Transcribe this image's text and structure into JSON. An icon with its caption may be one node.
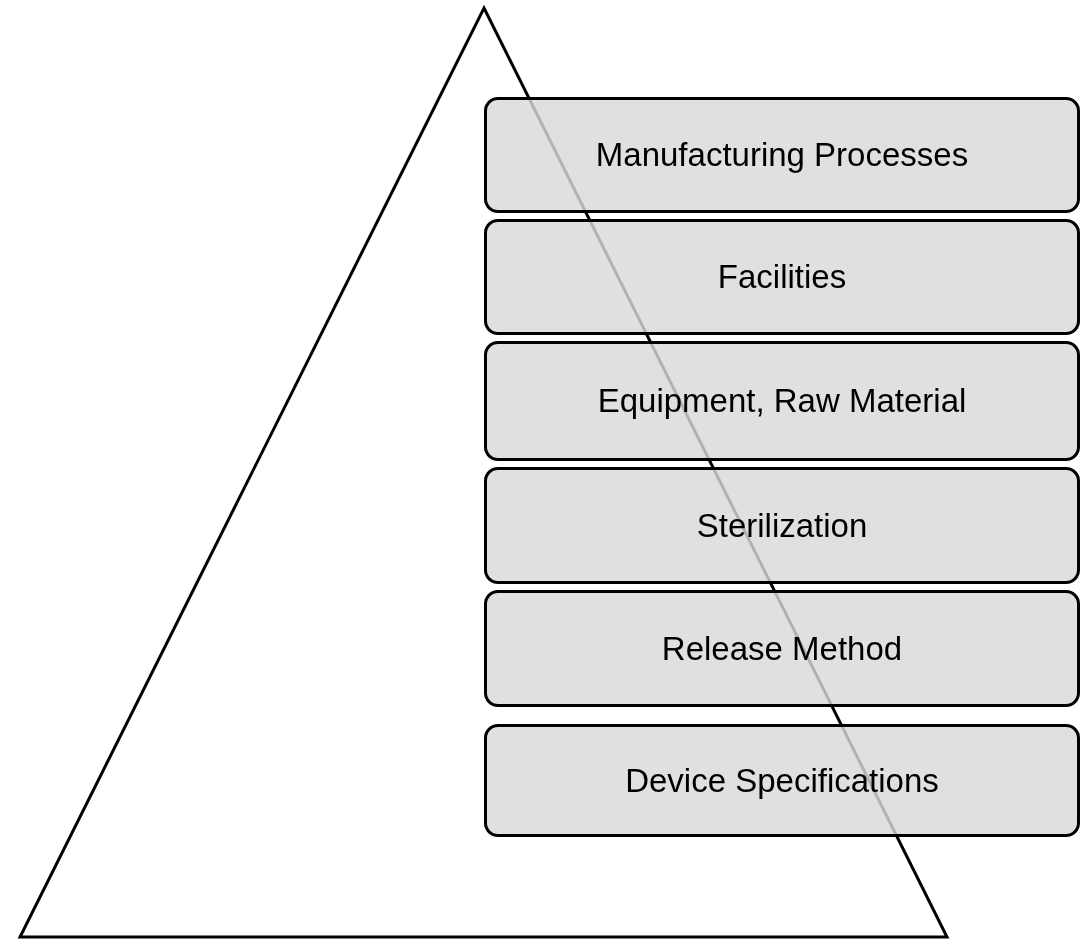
{
  "diagram": {
    "nodes": [
      {
        "text": [
          "Manufacturing Processes"
        ]
      },
      {
        "text": [
          "Facilities"
        ]
      },
      {
        "text": [
          "Equipment, Raw Material"
        ]
      },
      {
        "text": [
          "Sterilization"
        ]
      },
      {
        "text": [
          "Release Method"
        ]
      },
      {
        "text": [
          "Device Specifications"
        ]
      }
    ]
  }
}
